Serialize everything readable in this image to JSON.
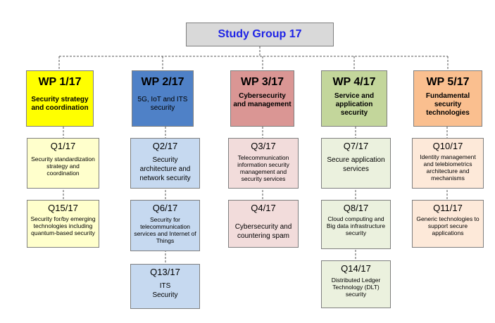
{
  "title": "Study Group 17",
  "work_packages": [
    {
      "code": "WP 1/17",
      "desc": "Security strategy and coordination",
      "fill": "#ffff00"
    },
    {
      "code": "WP 2/17",
      "desc": "5G, IoT and ITS security",
      "fill": "#4f81c7"
    },
    {
      "code": "WP 3/17",
      "desc": "Cybersecurity and management",
      "fill": "#da9694"
    },
    {
      "code": "WP 4/17",
      "desc": "Service and application security",
      "fill": "#c3d69b"
    },
    {
      "code": "WP 5/17",
      "desc": "Fundamental security technologies",
      "fill": "#fabf8f"
    }
  ],
  "questions": [
    {
      "code": "Q1/17",
      "desc": "Security standardization strategy and coordination",
      "fill": "#ffffcc"
    },
    {
      "code": "Q15/17",
      "desc": "Security for/by emerging technologies including quantum-based security",
      "fill": "#ffffcc"
    },
    {
      "code": "Q2/17",
      "desc": "Security architecture and network security",
      "fill": "#c6d9f0"
    },
    {
      "code": "Q6/17",
      "desc": "Security for telecommunication services and Internet of Things",
      "fill": "#c6d9f0"
    },
    {
      "code": "Q13/17",
      "desc": "ITS Security",
      "fill": "#c6d9f0"
    },
    {
      "code": "Q3/17",
      "desc": "Telecommunication information security management and security services",
      "fill": "#f2dcdb"
    },
    {
      "code": "Q4/17",
      "desc": "Cybersecurity and countering spam",
      "fill": "#f2dcdb"
    },
    {
      "code": "Q7/17",
      "desc": "Secure application services",
      "fill": "#ebf1de"
    },
    {
      "code": "Q8/17",
      "desc": "Cloud computing and Big data infrastructure security",
      "fill": "#ebf1de"
    },
    {
      "code": "Q14/17",
      "desc": "Distributed Ledger Technology (DLT) security",
      "fill": "#ebf1de"
    },
    {
      "code": "Q10/17",
      "desc": "Identity management and telebiometrics architecture and mechanisms",
      "fill": "#fde9d9"
    },
    {
      "code": "Q11/17",
      "desc": "Generic technologies to support secure applications",
      "fill": "#fde9d9"
    }
  ]
}
